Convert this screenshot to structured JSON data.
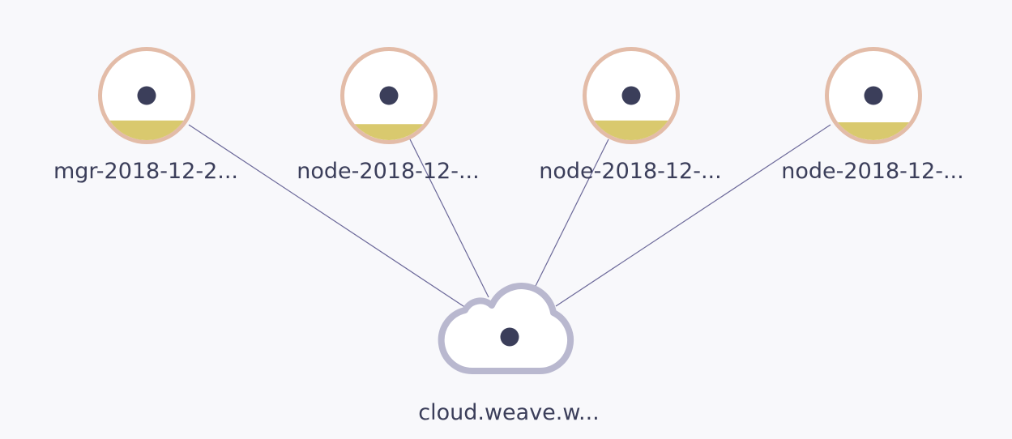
{
  "graph": {
    "hosts": [
      {
        "label": "mgr-2018-12-2...",
        "icon": "host-node-icon",
        "metric_fill": 0.22
      },
      {
        "label": "node-2018-12-...",
        "icon": "host-node-icon",
        "metric_fill": 0.18
      },
      {
        "label": "node-2018-12-...",
        "icon": "host-node-icon",
        "metric_fill": 0.22
      },
      {
        "label": "node-2018-12-...",
        "icon": "host-node-icon",
        "metric_fill": 0.2
      }
    ],
    "cloud": {
      "label": "cloud.weave.w...",
      "icon": "cloud-icon"
    },
    "colors": {
      "background": "#f8f8fb",
      "host_ring": "#e3bca8",
      "metric_fill": "#d9c96e",
      "node_dot": "#3b3e5a",
      "edge": "#6b6899",
      "cloud_outline": "#b9b8cf",
      "label_text": "#3b3e5a"
    }
  }
}
